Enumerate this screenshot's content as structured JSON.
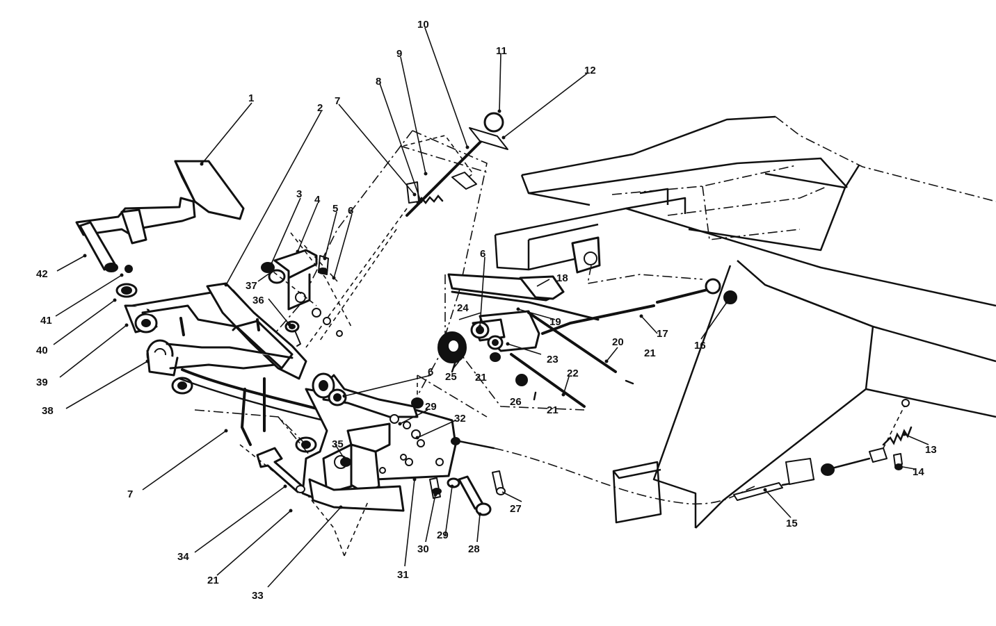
{
  "callouts": [
    {
      "id": "c1",
      "label": "1"
    },
    {
      "id": "c2",
      "label": "2"
    },
    {
      "id": "c3",
      "label": "3"
    },
    {
      "id": "c4",
      "label": "4"
    },
    {
      "id": "c5",
      "label": "5"
    },
    {
      "id": "c6a",
      "label": "6"
    },
    {
      "id": "c6b",
      "label": "6"
    },
    {
      "id": "c6c",
      "label": "6"
    },
    {
      "id": "c7a",
      "label": "7"
    },
    {
      "id": "c7b",
      "label": "7"
    },
    {
      "id": "c8",
      "label": "8"
    },
    {
      "id": "c9",
      "label": "9"
    },
    {
      "id": "c10",
      "label": "10"
    },
    {
      "id": "c11",
      "label": "11"
    },
    {
      "id": "c12",
      "label": "12"
    },
    {
      "id": "c13",
      "label": "13"
    },
    {
      "id": "c14",
      "label": "14"
    },
    {
      "id": "c15",
      "label": "15"
    },
    {
      "id": "c16",
      "label": "16"
    },
    {
      "id": "c17",
      "label": "17"
    },
    {
      "id": "c18",
      "label": "18"
    },
    {
      "id": "c19",
      "label": "19"
    },
    {
      "id": "c20",
      "label": "20"
    },
    {
      "id": "c21a",
      "label": "21"
    },
    {
      "id": "c21b",
      "label": "21"
    },
    {
      "id": "c21c",
      "label": "21"
    },
    {
      "id": "c21d",
      "label": "21"
    },
    {
      "id": "c22",
      "label": "22"
    },
    {
      "id": "c23",
      "label": "23"
    },
    {
      "id": "c24",
      "label": "24"
    },
    {
      "id": "c25",
      "label": "25"
    },
    {
      "id": "c26",
      "label": "26"
    },
    {
      "id": "c27",
      "label": "27"
    },
    {
      "id": "c28",
      "label": "28"
    },
    {
      "id": "c29a",
      "label": "29"
    },
    {
      "id": "c29b",
      "label": "29"
    },
    {
      "id": "c30",
      "label": "30"
    },
    {
      "id": "c31",
      "label": "31"
    },
    {
      "id": "c32",
      "label": "32"
    },
    {
      "id": "c33",
      "label": "33"
    },
    {
      "id": "c34",
      "label": "34"
    },
    {
      "id": "c35",
      "label": "35"
    },
    {
      "id": "c36",
      "label": "36"
    },
    {
      "id": "c37",
      "label": "37"
    },
    {
      "id": "c38",
      "label": "38"
    },
    {
      "id": "c39",
      "label": "39"
    },
    {
      "id": "c40",
      "label": "40"
    },
    {
      "id": "c41",
      "label": "41"
    },
    {
      "id": "c42",
      "label": "42"
    }
  ]
}
